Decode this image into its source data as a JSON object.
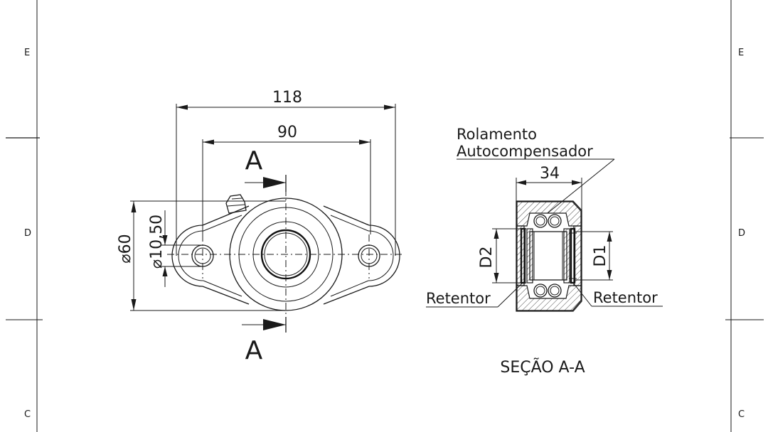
{
  "border": {
    "zone_left_top": "E",
    "zone_left_mid": "D",
    "zone_left_bottom": "C",
    "zone_right_top": "E",
    "zone_right_mid": "D",
    "zone_right_bottom": "C"
  },
  "front_view": {
    "dim_overall_width": "118",
    "dim_hole_spacing": "90",
    "dim_diameter_outer": "⌀60",
    "dim_hole_diameter": "⌀10,50",
    "section_mark_top": "A",
    "section_mark_bottom": "A"
  },
  "section_view": {
    "label_bearing_line1": "Rolamento",
    "label_bearing_line2": "Autocompensador",
    "dim_width": "34",
    "dim_d2": "D2",
    "dim_d1": "D1",
    "label_seal_left": "Retentor",
    "label_seal_right": "Retentor",
    "title": "SEÇÃO A-A"
  }
}
